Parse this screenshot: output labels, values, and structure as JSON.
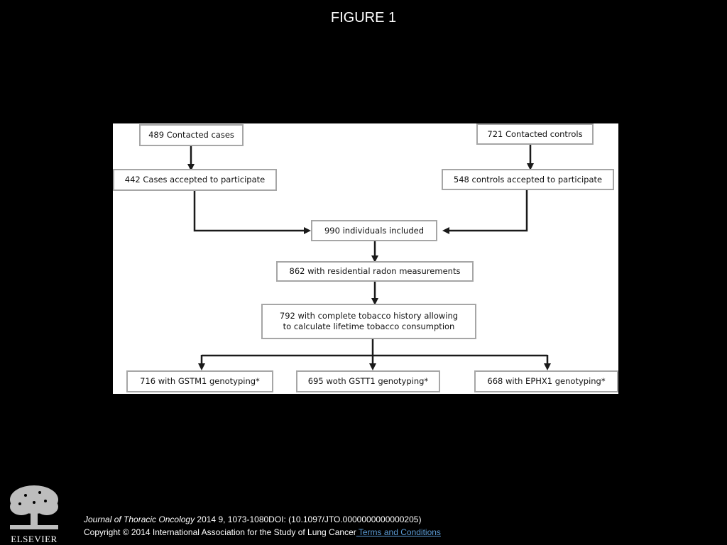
{
  "slide": {
    "title": "FIGURE 1"
  },
  "flowchart": {
    "boxes": {
      "contacted_cases": "489 Contacted cases",
      "contacted_controls": "721 Contacted controls",
      "cases_accepted": "442 Cases accepted to participate",
      "controls_accepted": "548 controls accepted to participate",
      "individuals_included": "990 individuals included",
      "radon_measurements": "862 with residential radon measurements",
      "tobacco_history_line1": "792 with complete tobacco history allowing",
      "tobacco_history_line2": "to calculate lifetime tobacco consumption",
      "gstm1": "716 with GSTM1 genotyping*",
      "gstt1": "695 woth GSTT1 genotyping*",
      "ephx1": "668 with EPHX1 genotyping*"
    },
    "colors": {
      "panel_background": "#ffffff",
      "box_border": "#a6a6a6",
      "arrow": "#1a1a1a"
    }
  },
  "footer": {
    "publisher_logo_text": "ELSEVIER",
    "journal": "Journal of Thoracic Oncology",
    "citation_details": " 2014 9, 1073-1080DOI: (10.1097/JTO.0000000000000205)",
    "copyright": "Copyright © 2014 International Association for the Study of Lung Cancer",
    "terms_link": " Terms and Conditions",
    "colors": {
      "background": "#000000",
      "text": "#ffffff",
      "link": "#5b9bd5"
    }
  }
}
